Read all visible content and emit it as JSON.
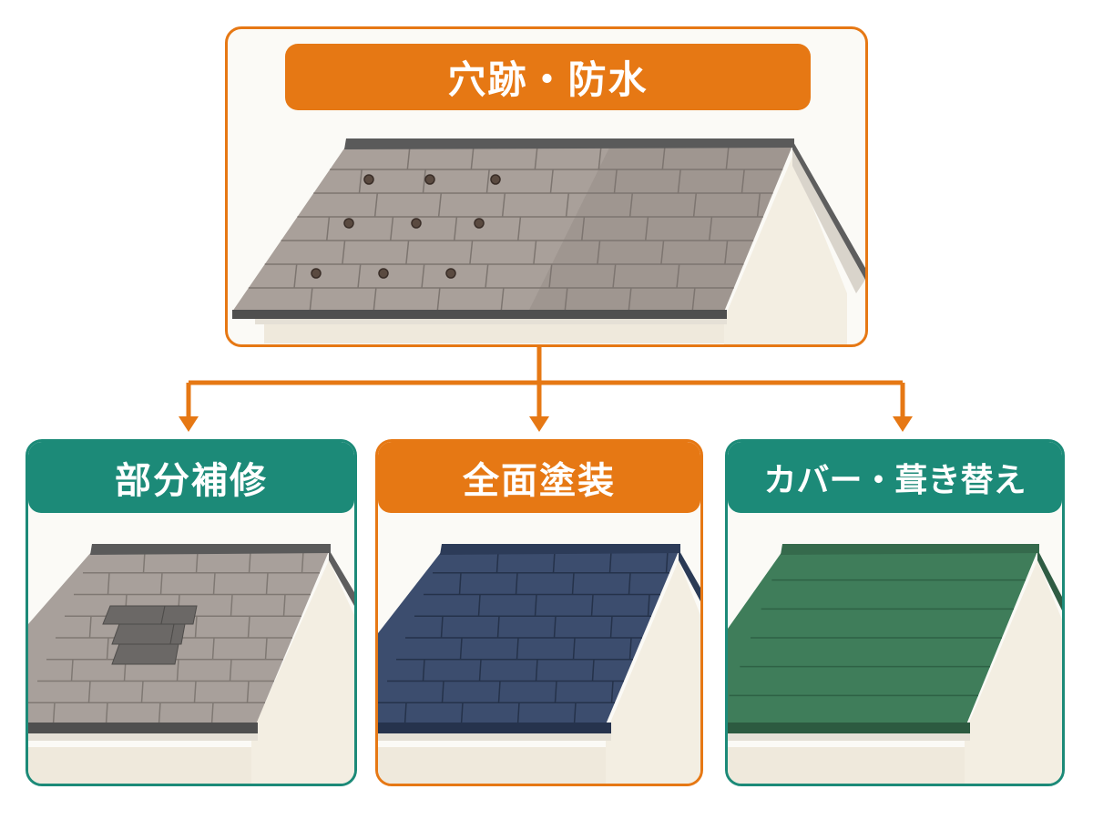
{
  "top": {
    "title": "穴跡・防水",
    "color": "#e67814",
    "roof_color": "#a9a09a"
  },
  "options": [
    {
      "title": "部分補修",
      "color": "#1c8a78",
      "roof_color": "#a8a09b"
    },
    {
      "title": "全面塗装",
      "color": "#e67814",
      "roof_color": "#3c4d6e"
    },
    {
      "title": "カバー・葺き替え",
      "color": "#1c8a78",
      "roof_color": "#3f7d5a"
    }
  ],
  "arrow_color": "#e67814"
}
